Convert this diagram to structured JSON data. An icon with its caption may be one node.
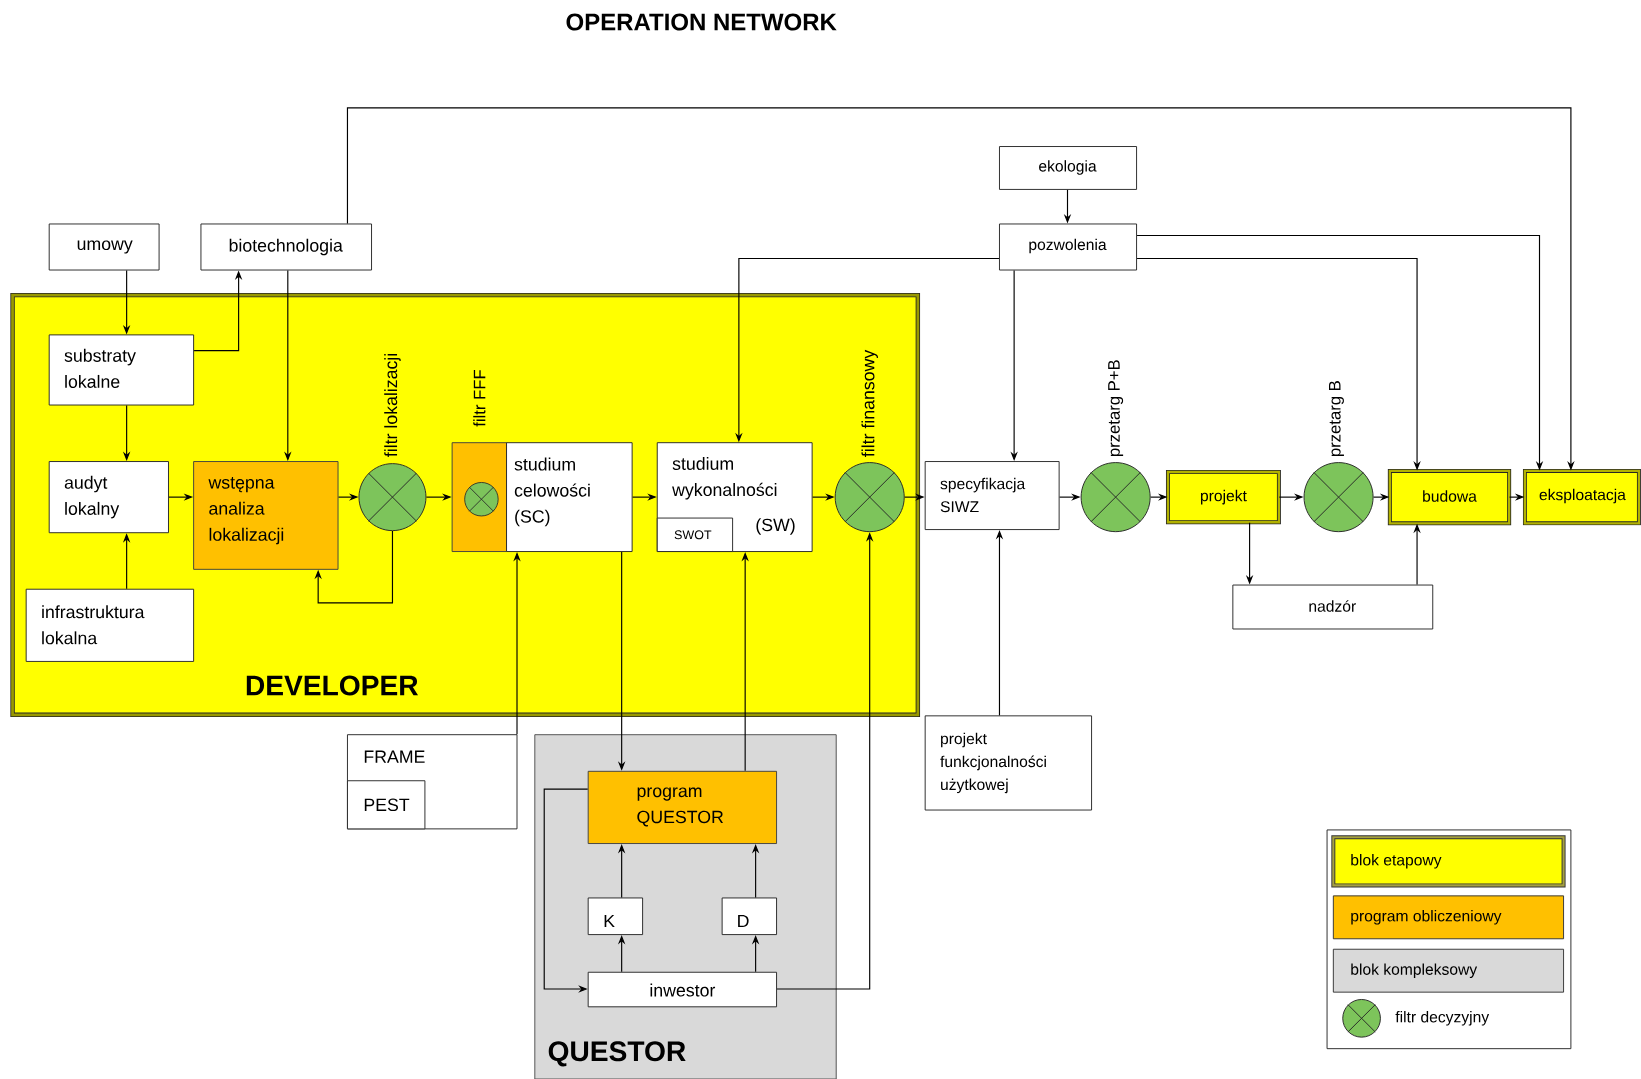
{
  "diagram": {
    "title": "OPERATION NETWORK",
    "nodes": [
      {
        "text": [
          "DEVELOPER"
        ]
      },
      {
        "text": [
          "QUESTOR"
        ]
      },
      {
        "text": [
          "umowy"
        ]
      },
      {
        "text": [
          "biotechnologia"
        ]
      },
      {
        "text": [
          "substraty lokalne"
        ],
        "in": 0
      },
      {
        "text": [
          "audyt lokalny"
        ],
        "in": 0
      },
      {
        "text": [
          "wstępna analiza lokalizacji"
        ],
        "in": 0
      },
      {
        "text": [
          "filtr lokalizacji"
        ],
        "in": 0
      },
      {
        "text": [
          "infrastruktura lokalna"
        ],
        "in": 0
      },
      {
        "text": [
          "filtr FFF"
        ],
        "in": 0
      },
      {
        "text": [
          "studium celowości (SC)"
        ],
        "in": 0
      },
      {
        "text": [
          "studium wykonalności",
          "(SW)"
        ],
        "in": 0
      },
      {
        "text": [
          "SWOT"
        ],
        "in": 11
      },
      {
        "text": [
          "filtr finansowy"
        ],
        "in": 0
      },
      {
        "text": [
          "ekologia"
        ]
      },
      {
        "text": [
          "pozwolenia"
        ]
      },
      {
        "text": [
          "specyfikacja SIWZ"
        ]
      },
      {
        "text": [
          "przetarg P+B"
        ]
      },
      {
        "text": [
          "projekt"
        ]
      },
      {
        "text": [
          "przetarg B"
        ]
      },
      {
        "text": [
          "budowa"
        ]
      },
      {
        "text": [
          "eksploatacja"
        ]
      },
      {
        "text": [
          "nadzór"
        ]
      },
      {
        "text": [
          "projekt funkcjonalności użytkowej"
        ]
      },
      {
        "text": [
          "FRAME"
        ]
      },
      {
        "text": [
          "PEST"
        ],
        "in": 24
      },
      {
        "text": [
          "program QUESTOR"
        ],
        "in": 1
      },
      {
        "text": [
          "K"
        ],
        "in": 1
      },
      {
        "text": [
          "D"
        ],
        "in": 1
      },
      {
        "text": [
          "inwestor"
        ],
        "in": 1
      }
    ],
    "edges": [
      {
        "from": 2,
        "to": 4,
        "arrow": "to"
      },
      {
        "from": 4,
        "to": 3,
        "arrow": "to"
      },
      {
        "from": 3,
        "to": 6,
        "arrow": "to"
      },
      {
        "from": 3,
        "to": 21,
        "arrow": "to"
      },
      {
        "from": 4,
        "to": 5,
        "arrow": "to"
      },
      {
        "from": 8,
        "to": 5,
        "arrow": "to"
      },
      {
        "from": 5,
        "to": 6,
        "arrow": "to"
      },
      {
        "from": 6,
        "to": 7,
        "arrow": "to"
      },
      {
        "from": 7,
        "to": 6,
        "arrow": "to"
      },
      {
        "from": 7,
        "to": 9,
        "arrow": "to"
      },
      {
        "from": 10,
        "to": 11,
        "arrow": "to"
      },
      {
        "from": 11,
        "to": 13,
        "arrow": "to"
      },
      {
        "from": 13,
        "to": 16,
        "arrow": "to"
      },
      {
        "from": 15,
        "to": 11,
        "arrow": "to"
      },
      {
        "from": 15,
        "to": 16,
        "arrow": "to"
      },
      {
        "from": 15,
        "to": 20,
        "arrow": "to"
      },
      {
        "from": 15,
        "to": 21,
        "arrow": "to"
      },
      {
        "from": 14,
        "to": 15,
        "arrow": "to"
      },
      {
        "from": 16,
        "to": 17,
        "arrow": "to"
      },
      {
        "from": 17,
        "to": 18,
        "arrow": "to"
      },
      {
        "from": 18,
        "to": 19,
        "arrow": "to"
      },
      {
        "from": 19,
        "to": 20,
        "arrow": "to"
      },
      {
        "from": 20,
        "to": 21,
        "arrow": "to"
      },
      {
        "from": 18,
        "to": 22,
        "arrow": "to"
      },
      {
        "from": 22,
        "to": 20,
        "arrow": "to"
      },
      {
        "from": 23,
        "to": 16,
        "arrow": "to"
      },
      {
        "from": 24,
        "to": 10,
        "arrow": "to"
      },
      {
        "from": 10,
        "to": 26,
        "arrow": "to"
      },
      {
        "from": 26,
        "to": 11,
        "arrow": "to"
      },
      {
        "from": 26,
        "to": 29,
        "arrow": "to"
      },
      {
        "from": 27,
        "to": 26,
        "arrow": "to"
      },
      {
        "from": 28,
        "to": 26,
        "arrow": "to"
      },
      {
        "from": 29,
        "to": 27,
        "arrow": "to"
      },
      {
        "from": 29,
        "to": 28,
        "arrow": "to"
      },
      {
        "from": 29,
        "to": 13,
        "arrow": "to"
      }
    ],
    "legend": [
      {
        "text": "blok etapowy",
        "color": "#ffff00"
      },
      {
        "text": "program obliczeniowy",
        "color": "#ffc000"
      },
      {
        "text": "blok kompleksowy",
        "color": "#d9d9d9"
      },
      {
        "text": "filtr decyzyjny"
      }
    ]
  }
}
